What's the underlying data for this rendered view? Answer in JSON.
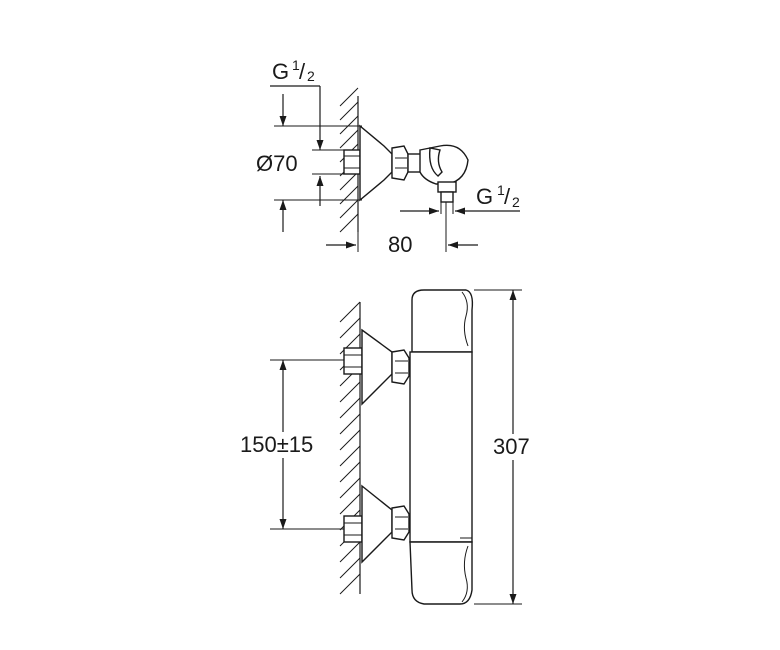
{
  "dimensions": {
    "top_inlet_thread": {
      "g": "G",
      "num": "1",
      "sep": "/",
      "den": "2"
    },
    "outlet_thread": {
      "g": "G",
      "num": "1",
      "sep": "/",
      "den": "2"
    },
    "rosette_diameter": "Ø70",
    "projection_depth": "80",
    "inlet_spacing": "150±15",
    "body_length": "307"
  }
}
